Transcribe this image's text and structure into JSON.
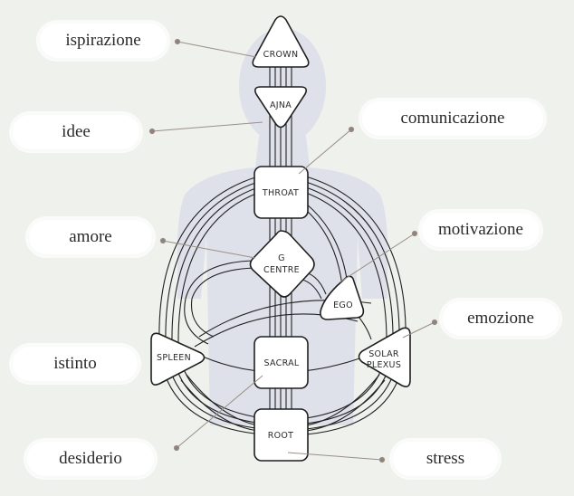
{
  "centers": {
    "crown": "CROWN",
    "ajna": "AJNA",
    "throat": "THROAT",
    "g_centre": [
      "G",
      "CENTRE"
    ],
    "ego": "EGO",
    "spleen": "SPLEEN",
    "sacral": "SACRAL",
    "solar_plexus": [
      "SOLAR",
      "PLEXUS"
    ],
    "root": "ROOT"
  },
  "labels": {
    "ispirazione": "ispirazione",
    "idee": "idee",
    "comunicazione": "comunicazione",
    "amore": "amore",
    "motivazione": "motivazione",
    "emozione": "emozione",
    "istinto": "istinto",
    "desiderio": "desiderio",
    "stress": "stress"
  },
  "colors": {
    "background": "#eef1ec",
    "silhouette": "#dfe0ea",
    "center_fill": "#ffffff",
    "stroke": "#1f1f1f",
    "leader": "#9a8f86",
    "dot": "#8f827a"
  }
}
